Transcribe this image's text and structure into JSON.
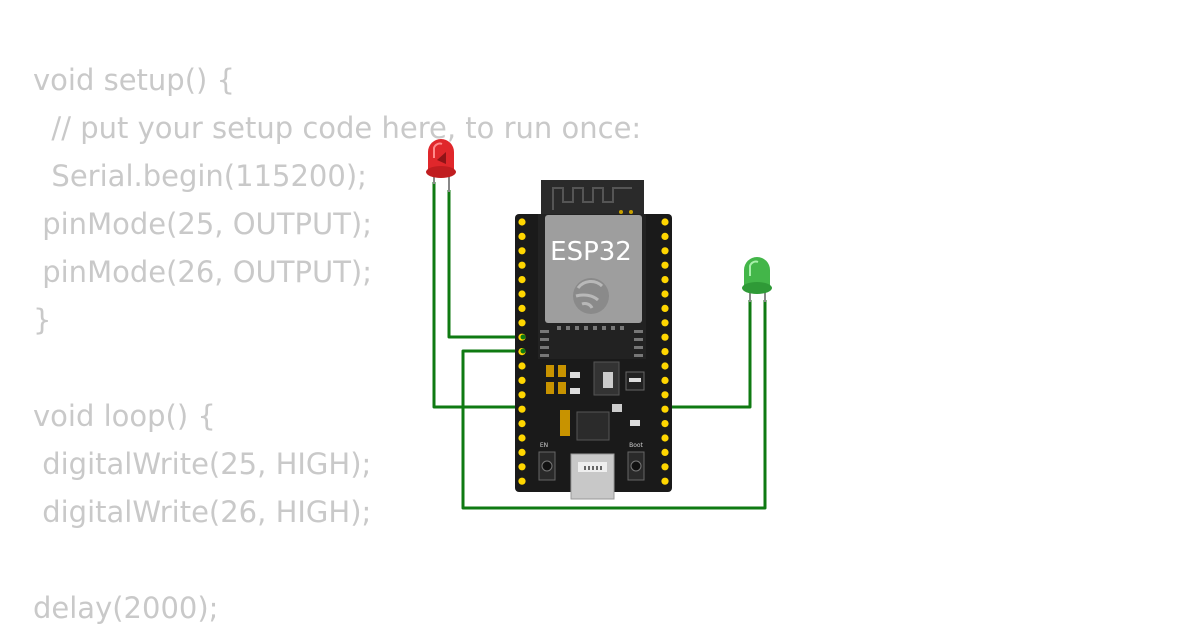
{
  "code": {
    "lines": [
      "void setup() {",
      "  // put your setup code here, to run once:",
      "  Serial.begin(115200);",
      " pinMode(25, OUTPUT);",
      " pinMode(26, OUTPUT);",
      "}",
      "",
      "void loop() {",
      " digitalWrite(25, HIGH);",
      " digitalWrite(26, HIGH);",
      "",
      "delay(2000);"
    ]
  },
  "board": {
    "label": "ESP32",
    "button_en": "EN",
    "button_boot": "Boot"
  },
  "components": {
    "led_red": {
      "color": "#e0272b"
    },
    "led_green": {
      "color": "#43b649"
    }
  },
  "colors": {
    "code_text": "#c9c9c9",
    "wire": "#0f7a12",
    "board": "#1a1a1a",
    "pin": "#ffd600"
  }
}
